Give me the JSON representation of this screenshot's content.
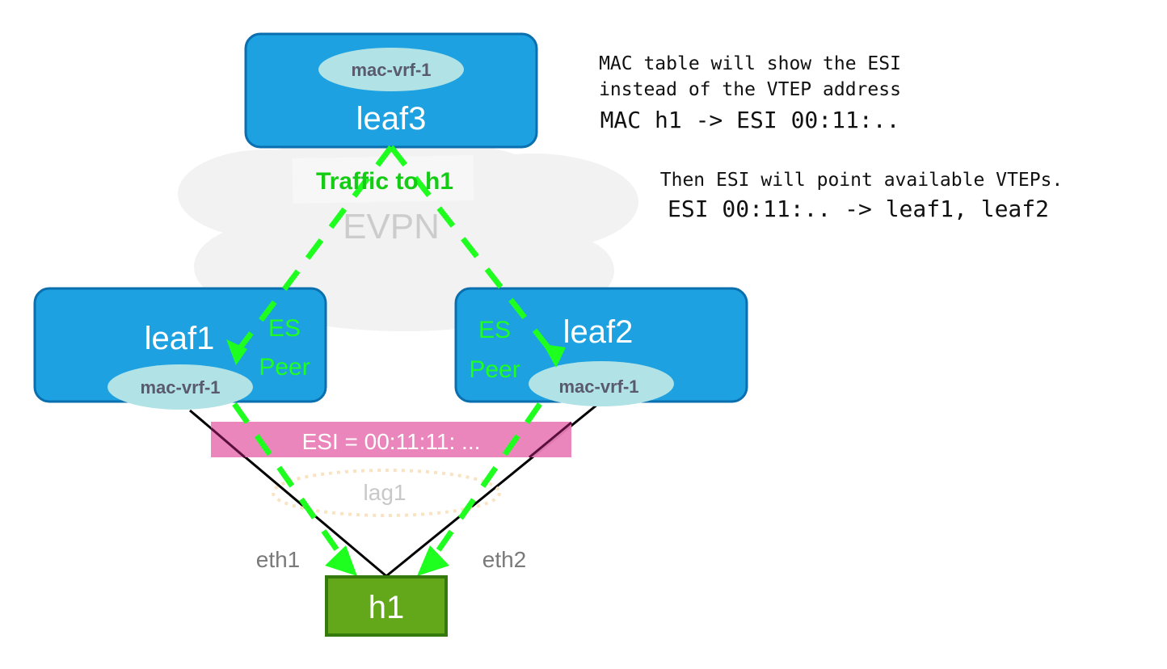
{
  "cloud": {
    "label": "EVPN"
  },
  "traffic_label": "Traffic to h1",
  "nodes": {
    "leaf3": {
      "label": "leaf3",
      "vrf": "mac-vrf-1"
    },
    "leaf1": {
      "label": "leaf1",
      "vrf": "mac-vrf-1",
      "role_line1": "ES",
      "role_line2": "Peer"
    },
    "leaf2": {
      "label": "leaf2",
      "vrf": "mac-vrf-1",
      "role_line1": "ES",
      "role_line2": "Peer"
    },
    "h1": {
      "label": "h1"
    }
  },
  "esi_banner": "ESI = 00:11:11: ...",
  "lag_label": "lag1",
  "interfaces": {
    "left": "eth1",
    "right": "eth2"
  },
  "notes": {
    "line1": "MAC table will show the ESI",
    "line2": "instead of the VTEP address",
    "line3": "MAC h1 -> ESI 00:11:..",
    "line4": "Then ESI will point available VTEPs.",
    "line5": "ESI 00:11:.. -> leaf1, leaf2"
  },
  "colors": {
    "leaf_fill": "#1da1e0",
    "leaf_border": "#0a6fae",
    "vrf_fill": "#b0e2e6",
    "traffic": "#1fff1f",
    "esi": "#e97fb8",
    "host_fill": "#62a81a",
    "host_border": "#357a0c"
  }
}
